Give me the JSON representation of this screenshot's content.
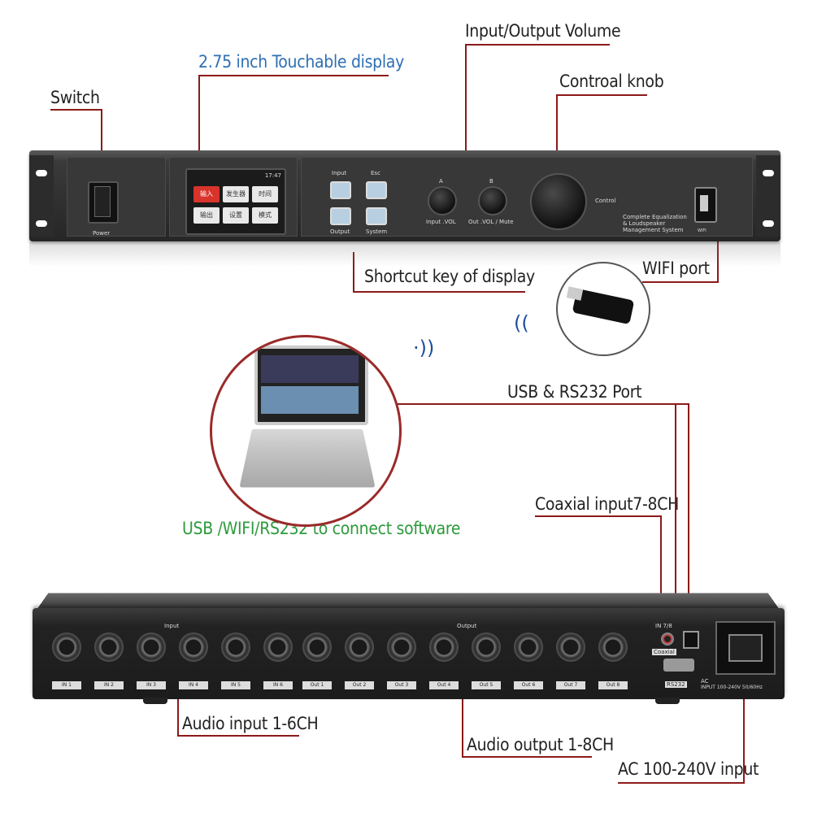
{
  "labels": {
    "switch": "Switch",
    "display": "2.75 inch Touchable display",
    "io_volume": "Input/Output Volume",
    "control_knob": "Controal knob",
    "shortcut": "Shortcut key of display",
    "wifi_port": "WIFI port",
    "usb_rs232": "USB & RS232 Port",
    "software": "USB /WIFI/RS232 to connect software",
    "coaxial": "Coaxial input7-8CH",
    "audio_in": "Audio input 1-6CH",
    "audio_out": "Audio output 1-8CH",
    "ac_input": "AC  100-240V input"
  },
  "front_panel": {
    "power_label": "Power",
    "screen_time": "17:47",
    "screen_buttons": [
      "输入",
      "发生器",
      "时间",
      "输出",
      "设置",
      "模式"
    ],
    "key_labels": [
      "Input",
      "Esc",
      "Output",
      "System"
    ],
    "knob_a": "A",
    "knob_b": "B",
    "input_vol": "Input .VOL",
    "output_vol": "Out .VOL / Mute",
    "control": "Control",
    "brand_text": [
      "Complete Equalization",
      "& Loudspeaker",
      "Management System"
    ],
    "wifi_small": "WIFI"
  },
  "rear_panel": {
    "input_label": "Input",
    "output_label": "Output",
    "inputs": [
      "IN 1",
      "IN 2",
      "IN 3",
      "IN 4",
      "IN 5",
      "IN 6"
    ],
    "outputs": [
      "Out 1",
      "Out 2",
      "Out 3",
      "Out 4",
      "Out 5",
      "Out 6",
      "Out 7",
      "Out 8"
    ],
    "in78": "IN 7/8",
    "coaxial": "Coaxial",
    "rs232": "RS232",
    "ac": "AC",
    "ac_spec": "INPUT 100-240V 50/60Hz"
  },
  "colors": {
    "leader": "#8b1a1a",
    "blue_label": "#2e6fb3",
    "green_label": "#2d9a3c"
  }
}
